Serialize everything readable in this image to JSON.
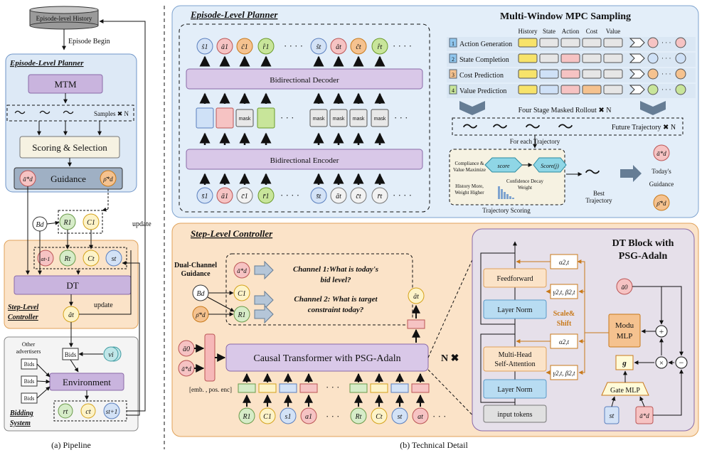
{
  "pipeline": {
    "history_label": "Episode-level History",
    "episode_begin": "Episode Begin",
    "episode_planner_title": "Episode-Level Planner",
    "mtm": "MTM",
    "samples": "Samples ✖ N",
    "scoring": "Scoring & Selection",
    "guidance": "Guidance",
    "update1": "update",
    "update2": "update",
    "dt": "DT",
    "step_controller_title1": "Step-Level",
    "step_controller_title2": "Controller",
    "other_adv1": "Other",
    "other_adv2": "advertisers",
    "bids": "Bids",
    "environment": "Environment",
    "bidding_system1": "Bidding",
    "bidding_system2": "System",
    "caption": "(a) Pipeline"
  },
  "planner": {
    "title": "Episode-Level Planner",
    "decoder": "Bidirectional Decoder",
    "encoder": "Bidirectional Encoder",
    "mask": "mask",
    "dots": "· · · ·"
  },
  "mpc": {
    "title": "Multi-Window MPC Sampling",
    "columns": [
      "History",
      "State",
      "Action",
      "Cost",
      "Value"
    ],
    "rows": [
      {
        "num": "1",
        "label": "Action Generation"
      },
      {
        "num": "2",
        "label": "State Completion"
      },
      {
        "num": "3",
        "label": "Cost Prediction"
      },
      {
        "num": "4",
        "label": "Value Prediction"
      }
    ],
    "rollout": "Four Stage Masked Rollout ✖ N",
    "future": "Future Trajectory ✖ N",
    "for_each": "For each Trajectory",
    "compliance1": "Compliance &",
    "compliance2": "Value Maximize",
    "history_more1": "History More,",
    "history_more2": "Weight Higher",
    "confidence1": "Confidence Decay",
    "confidence2": "Weight",
    "score_w": "score",
    "score_j": "Score(j)",
    "scoring_label": "Trajectory Scoring",
    "best1": "Best",
    "best2": "Trajectory",
    "todays1": "Today's",
    "todays2": "Guidance"
  },
  "step": {
    "title": "Step-Level Controller",
    "dual1": "Dual-Channel",
    "dual2": "Guidance",
    "ch1a": "Channel 1:What is today's",
    "ch1b": "bid level?",
    "ch2a": "Channel 2: What is target",
    "ch2b": "constraint today?",
    "causal": "Causal Transformer with PSG-Adaln",
    "emb": "[emb. , pos. enc]",
    "nx": "N ✖"
  },
  "dtblock": {
    "title1": "DT Block with",
    "title2": "PSG-Adaln",
    "feedforward": "Feedforward",
    "layernorm": "Layer Norm",
    "mha1": "Multi-Head",
    "mha2": "Self-Attention",
    "input": "input tokens",
    "scale1": "Scale&",
    "scale2": "Shift",
    "modu1": "Modu",
    "modu2": "MLP",
    "gate": "Gate MLP",
    "g": "g"
  },
  "caption_b": "(b) Technical Detail"
}
